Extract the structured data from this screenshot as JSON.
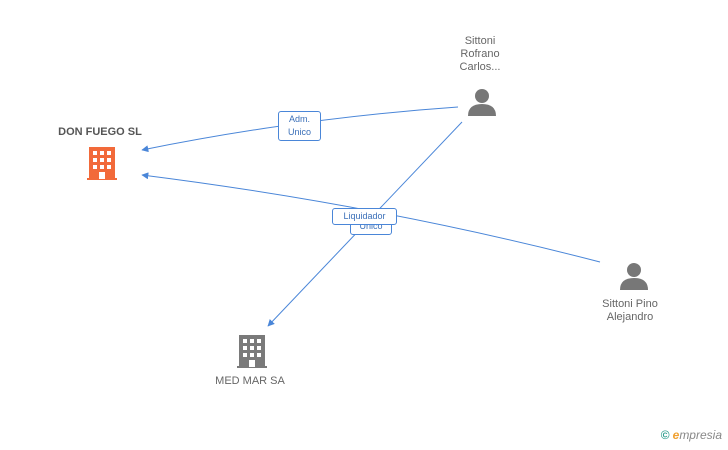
{
  "colors": {
    "edge": "#4a86d8",
    "company_main": "#f26a3a",
    "company_other": "#7a7a7a",
    "person": "#777777"
  },
  "nodes": {
    "don_fuego": {
      "label": "DON FUEGO SL",
      "icon": "building-icon"
    },
    "med_mar": {
      "label": "MED MAR SA",
      "icon": "building-icon"
    },
    "sittoni_rofrano": {
      "label": "Sittoni\nRofrano\nCarlos...",
      "icon": "person-icon"
    },
    "sittoni_pino": {
      "label": "Sittoni Pino\nAlejandro",
      "icon": "person-icon"
    }
  },
  "edges": {
    "adm_unico": "Adm.\nUnico",
    "liquidador_unico": "Unico",
    "liquidador": "Liquidador"
  },
  "footer": {
    "copyright": "©",
    "brand_first": "e",
    "brand_rest": "mpresia"
  }
}
